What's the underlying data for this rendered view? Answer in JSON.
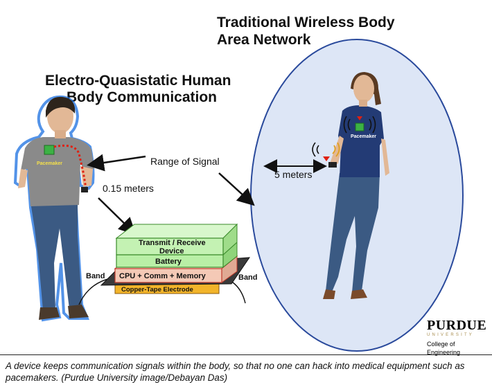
{
  "titles": {
    "traditional_line1": "Traditional Wireless Body",
    "traditional_line2": "Area Network",
    "eqs_line1": "Electro-Quasistatic Human",
    "eqs_line2": "Body Communication"
  },
  "labels": {
    "range_of_signal": "Range of Signal",
    "distance_wireless": "5 meters",
    "distance_eqs": "0.15 meters",
    "pacemaker": "Pacemaker",
    "band_left": "Band",
    "band_right": "Band"
  },
  "device_layers": {
    "transmit_line1": "Transmit / Receive",
    "transmit_line2": "Device",
    "battery": "Battery",
    "cpu": "CPU + Comm  + Memory",
    "electrode": "Copper-Tape Electrode"
  },
  "logo": {
    "name": "PURDUE",
    "sub": "UNIVERSITY",
    "college": "College of Engineering"
  },
  "caption": "A device keeps communication signals within the body, so that no one can hack into medical equipment such as pacemakers. (Purdue University image/Debayan Das)",
  "colors": {
    "ellipse_fill": "#dde6f6",
    "ellipse_stroke": "#2a4a9c",
    "signal_path": "#e02010",
    "battery_layer": "#b9efa6",
    "cpu_layer": "#f4c9b6",
    "electrode_layer": "#f2b42a",
    "shirt_gray": "#8a8a8a",
    "shirt_blue": "#233b75",
    "jeans": "#3b5a83",
    "purdue_gold": "#a88d4f"
  }
}
